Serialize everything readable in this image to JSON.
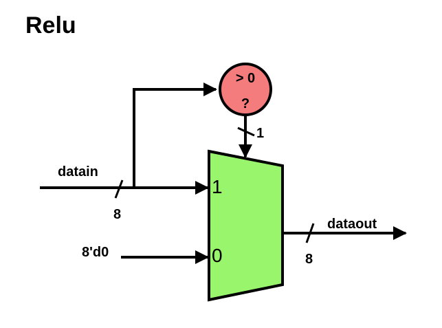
{
  "title": "Relu",
  "labels": {
    "datain": "datain",
    "datain_width": "8",
    "const_in": "8'd0",
    "dataout": "dataout",
    "dataout_width": "8",
    "select_width": "1",
    "comparator_line1": "> 0",
    "comparator_line2": "?",
    "mux_port_1": "1",
    "mux_port_0": "0"
  },
  "colors": {
    "mux_fill": "#99f56c",
    "comparator_fill": "#f47c7c",
    "wire": "#000000"
  }
}
